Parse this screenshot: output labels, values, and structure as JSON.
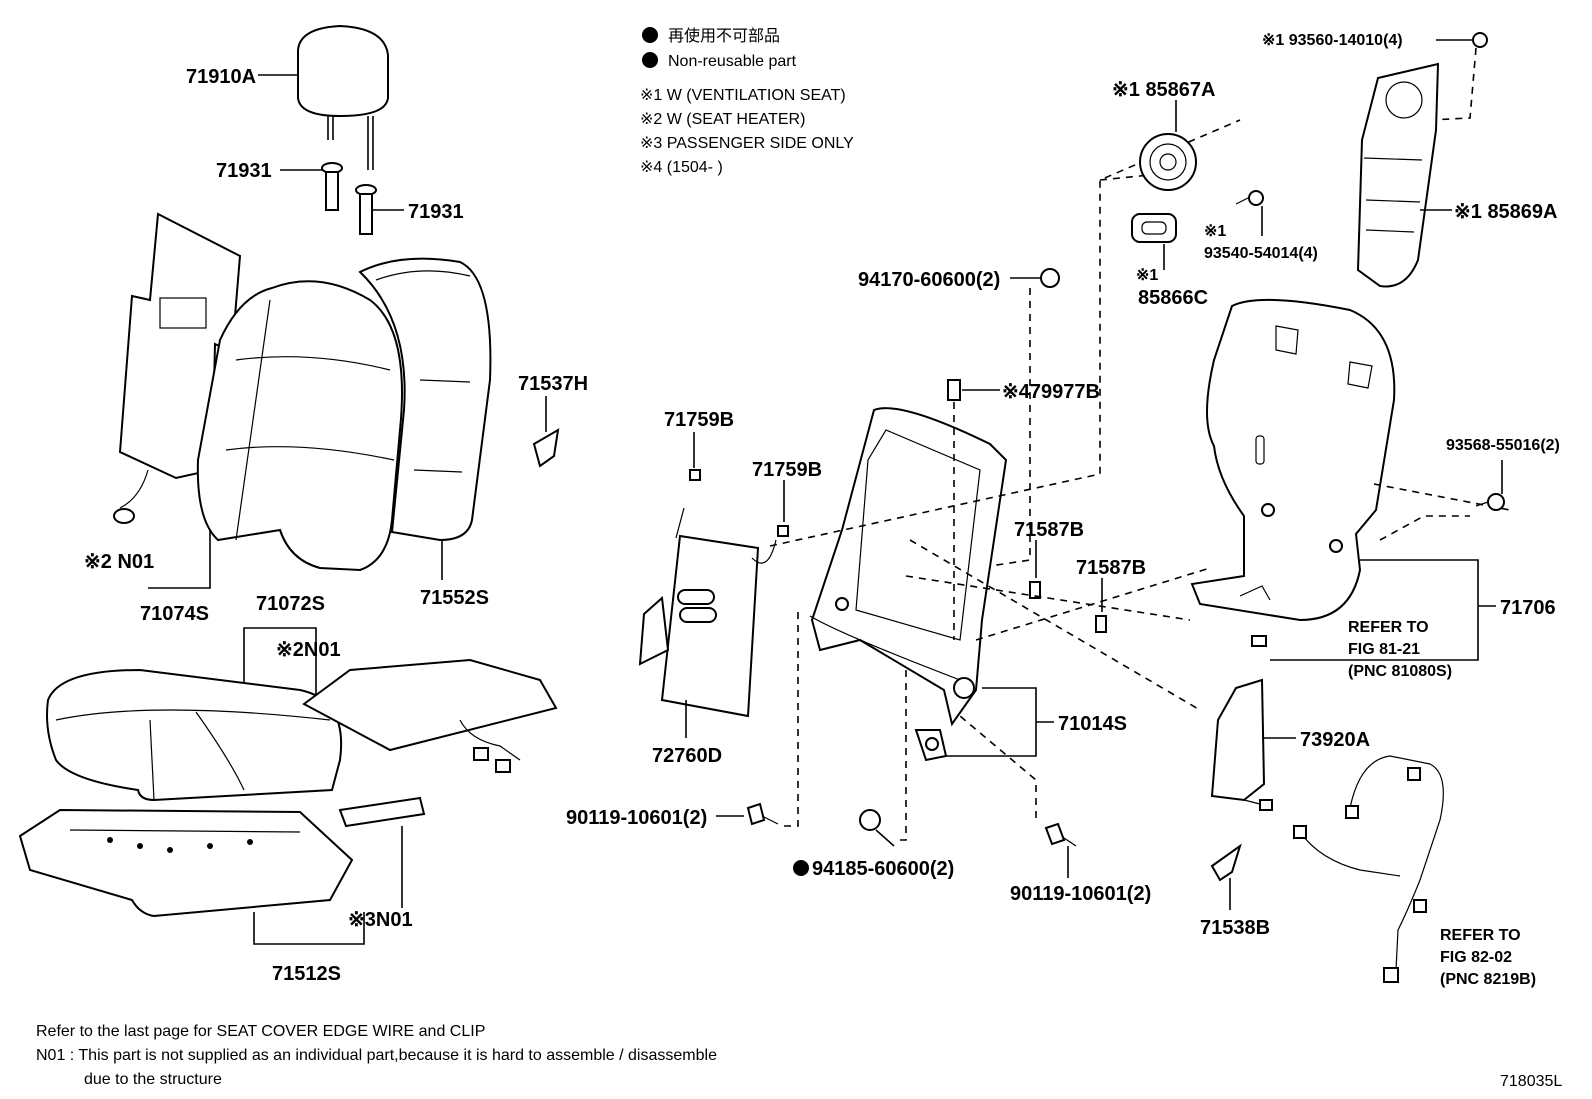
{
  "legend": {
    "line1": "再使用不可部品",
    "line2": "Non-reusable part",
    "note1": "※1  W (VENTILATION  SEAT)",
    "note2": "※2  W (SEAT  HEATER)",
    "note3": "※3  PASSENGER SIDE ONLY",
    "note4": "※4  (1504-        )"
  },
  "parts": {
    "p71910A": "71910A",
    "p71931a": "71931",
    "p71931b": "71931",
    "p71537H": "71537H",
    "p71552S": "71552S",
    "p71074S": "71074S",
    "p71072S": "71072S",
    "n01_a": "※2 N01",
    "n01_b": "※2N01",
    "n01_c": "※3N01",
    "p71512S": "71512S",
    "p71759Ba": "71759B",
    "p71759Bb": "71759B",
    "p72760D": "72760D",
    "p90119a": "90119-10601(2)",
    "p94185": "94185-60600(2)",
    "p94170": "94170-60600(2)",
    "p79977B": "※479977B",
    "p71587Ba": "71587B",
    "p71587Bb": "71587B",
    "p71014S": "71014S",
    "p90119b": "90119-10601(2)",
    "p85867A": "※1 85867A",
    "p85866C_mark": "※1",
    "p85866C": "85866C",
    "p93540_mark": "※1",
    "p93540": "93540-54014(4)",
    "p93560": "※1  93560-14010(4)",
    "p85869A": "※1 85869A",
    "p93568": "93568-55016(2)",
    "p71706": "71706",
    "p73920A": "73920A",
    "p71538B": "71538B"
  },
  "refs": {
    "r1_line1": "REFER  TO",
    "r1_line2": "FIG  81-21",
    "r1_line3": "(PNC  81080S)",
    "r2_line1": "REFER  TO",
    "r2_line2": "FIG  82-02",
    "r2_line3": "(PNC  8219B)"
  },
  "footer": {
    "line1": "Refer to the last page for SEAT COVER EDGE WIRE and CLIP",
    "line2": "N01 : This part is not supplied as an individual part,because it is hard to assemble / disassemble",
    "line3": "due to the structure",
    "code": "718035L"
  }
}
